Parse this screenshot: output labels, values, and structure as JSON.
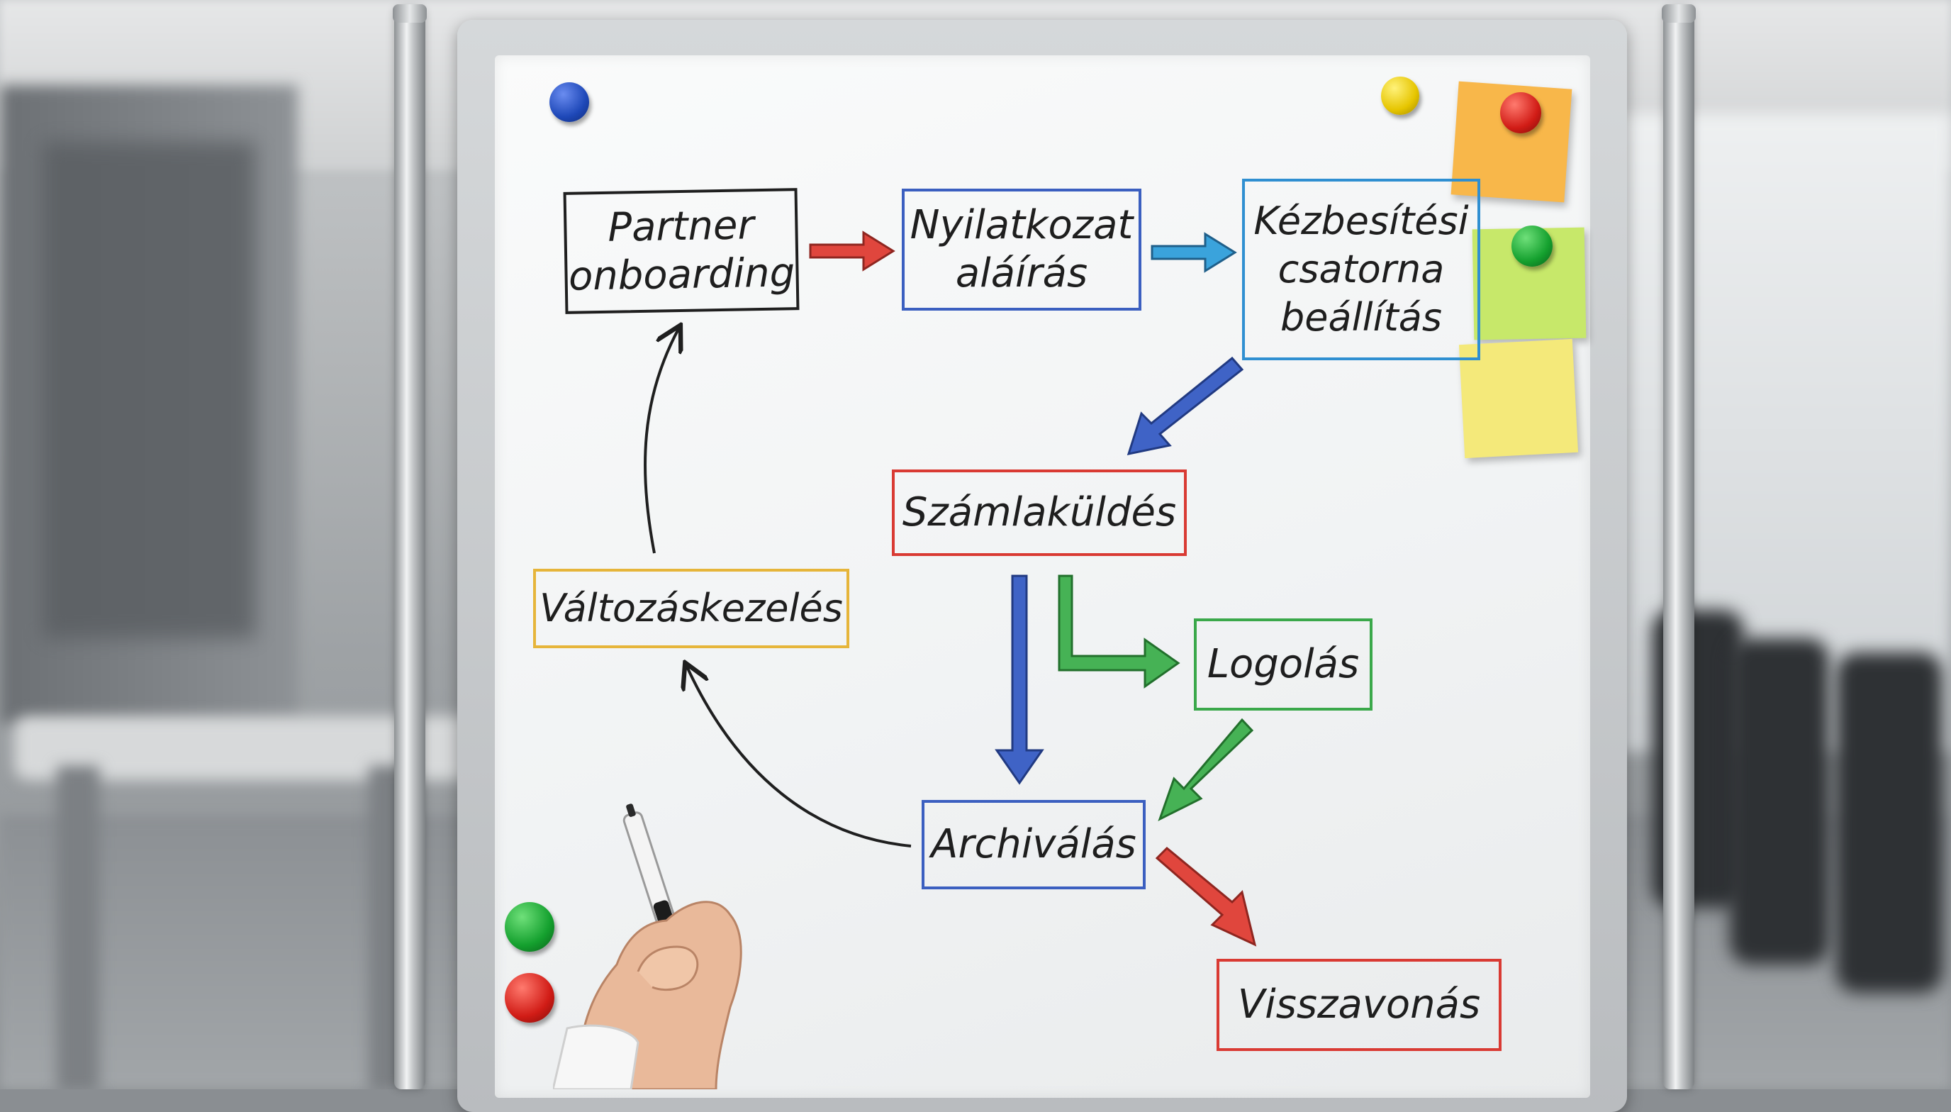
{
  "nodes": {
    "partner_onboarding": "Partner\nonboarding",
    "nyilatkozat_alairas": "Nyilatkozat\naláírás",
    "kezbesitesi_csatorna": "Kézbesítési\ncsatorna\nbeállítás",
    "szamlakuldes": "Számlaküldés",
    "valtozaskezeles": "Változáskezelés",
    "logolas": "Logolás",
    "archivalas": "Archiválás",
    "visszavonas": "Visszavonás"
  },
  "colors": {
    "black": "#1f1f1f",
    "blue": "#3b5fc0",
    "light_blue": "#2f8fd1",
    "red": "#d93a33",
    "yellow": "#e6b53a",
    "green": "#3aa84a",
    "note_orange": "#f8b74a",
    "note_green": "#c7e86a",
    "note_yellow": "#f4e97a"
  },
  "icons": {
    "marker": "marker-icon",
    "hand": "hand-icon"
  }
}
